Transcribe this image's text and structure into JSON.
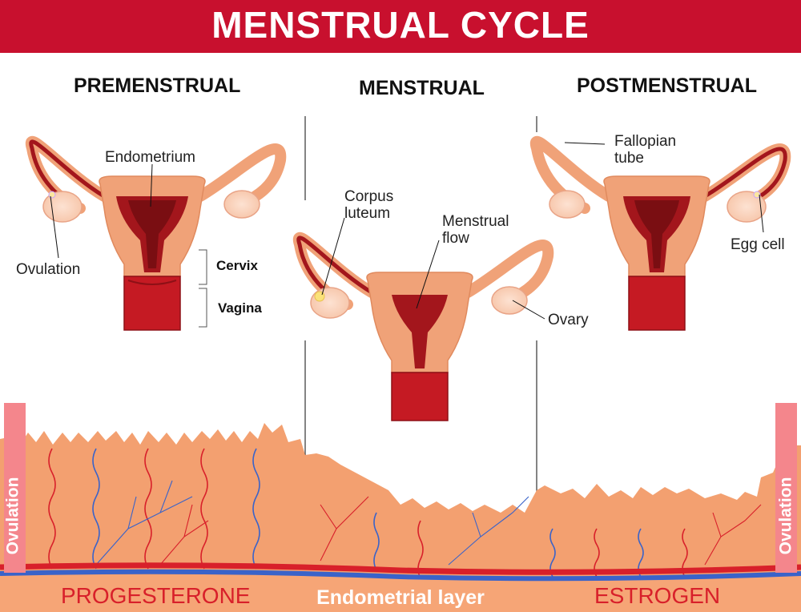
{
  "title": "MENSTRUAL CYCLE",
  "phases": {
    "premenstrual": "PREMENSTRUAL",
    "menstrual": "MENSTRUAL",
    "postmenstrual": "POSTMENSTRUAL"
  },
  "labels": {
    "endometrium": "Endometrium",
    "ovulation": "Ovulation",
    "cervix": "Cervix",
    "vagina": "Vagina",
    "corpus_luteum": "Corpus\nluteum",
    "menstrual_flow": "Menstrual\nflow",
    "ovary": "Ovary",
    "fallopian_tube": "Fallopian\ntube",
    "egg_cell": "Egg cell"
  },
  "bottom": {
    "progesterone": "PROGESTERONE",
    "endometrial_layer": "Endometrial layer",
    "estrogen": "ESTROGEN",
    "ovulation_left": "Ovulation",
    "ovulation_right": "Ovulation"
  },
  "colors": {
    "banner": "#c8102e",
    "tissue": "#f3a070",
    "uterus_wall": "#f0a278",
    "lining": "#a3161c",
    "artery": "#d8202a",
    "vein": "#3a63c9",
    "ovulation_bar": "#f4868c"
  }
}
